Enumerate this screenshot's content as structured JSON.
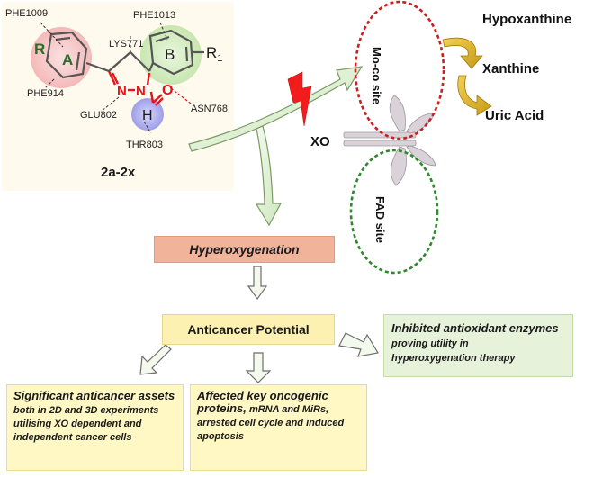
{
  "compound": {
    "residues": {
      "phe1009": "PHE1009",
      "phe1013": "PHE1013",
      "lys771": "LYS771",
      "phe914": "PHE914",
      "glu802": "GLU802",
      "asn768": "ASN768",
      "thr803": "THR803"
    },
    "ring_a": "A",
    "ring_b": "B",
    "substituent_r": "R",
    "substituent_r1": "R",
    "substituent_r1_sub": "1",
    "hydrogen": "H",
    "oxygen": "O",
    "n1": "N",
    "n2": "N",
    "series_label": "2a-2x"
  },
  "enzyme": {
    "xo_label": "XO",
    "moco_site": "Mo-co site",
    "fad_site": "FAD site",
    "products": [
      "Hypoxanthine",
      "Xanthine",
      "Uric Acid"
    ]
  },
  "boxes": {
    "hyperoxygenation": "Hyperoxygenation",
    "anticancer": "Anticancer Potential",
    "inhibited_bold": "Inhibited antioxidant enzymes",
    "inhibited_rest_1": " proving utility in",
    "inhibited_rest_2": "hyperoxygenation therapy",
    "significant_bold": "Significant anticancer assets",
    "significant_rest": " both in 2D and 3D experiments utilising XO dependent and independent cancer cells",
    "affected_bold_1": "Affected key oncogenic proteins,",
    "affected_bold_2": " mRNA and MiRs,",
    "affected_rest": " arrested  cell cycle and induced apoptosis"
  },
  "colors": {
    "ring_a_fill": "#f7c8c8",
    "ring_b_fill": "#d9efc9",
    "h_fill": "#b9b9ef",
    "pyrazoline_red": "#e8141c",
    "moco_dash": "#cc1f1f",
    "fad_dash": "#2c8a2c",
    "arrow_green": "#dcefcf",
    "arrow_gold": "#e0b431"
  }
}
